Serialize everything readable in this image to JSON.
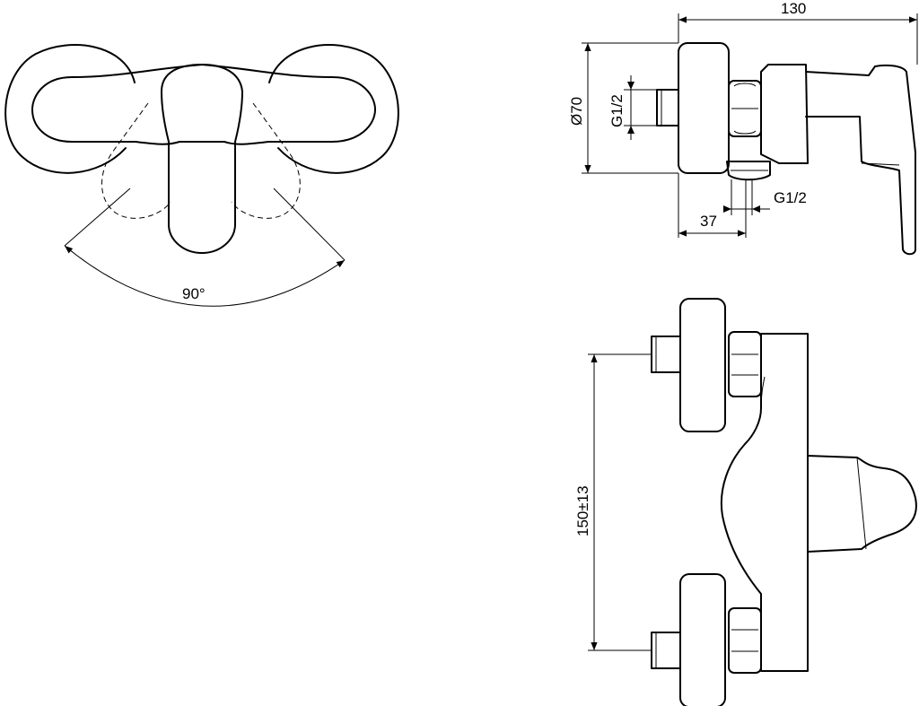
{
  "dimensions": {
    "top_width": "130",
    "plate_diameter": "Ø70",
    "inlet_thread": "G1/2",
    "outlet_thread": "G1/2",
    "outlet_offset": "37",
    "center_distance": "150±13",
    "lever_rotation": "90°"
  },
  "colors": {
    "line": "#000000",
    "background": "#ffffff"
  }
}
